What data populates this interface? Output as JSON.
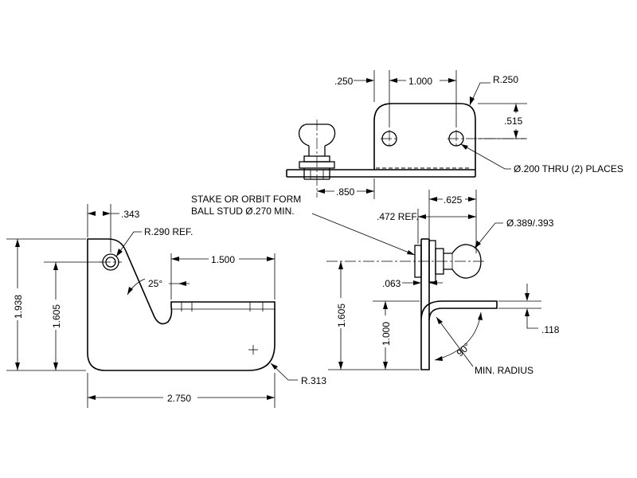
{
  "top_view": {
    "dim_250": ".250",
    "dim_1000": "1.000",
    "radius_250": "R.250",
    "dim_515": ".515",
    "hole_note": "Ø.200 THRU (2) PLACES",
    "dim_850": ".850"
  },
  "flat_view": {
    "dim_343": ".343",
    "radius_290": "R.290 REF.",
    "dim_1500": "1.500",
    "angle_25": "25°",
    "dim_1938": "1.938",
    "dim_1605": "1.605",
    "dim_2750": "2.750",
    "radius_313": "R.313"
  },
  "side_view": {
    "stake_note_line1": "STAKE OR ORBIT FORM",
    "stake_note_line2": "BALL STUD Ø.270 MIN.",
    "dim_625": ".625",
    "dim_472": ".472 REF.",
    "ball_dia": "Ø.389/.393",
    "dim_063": ".063",
    "dim_1605": "1.605",
    "dim_1000": "1.000",
    "angle_90": "90°",
    "dim_118": ".118",
    "min_radius": "MIN. RADIUS"
  }
}
